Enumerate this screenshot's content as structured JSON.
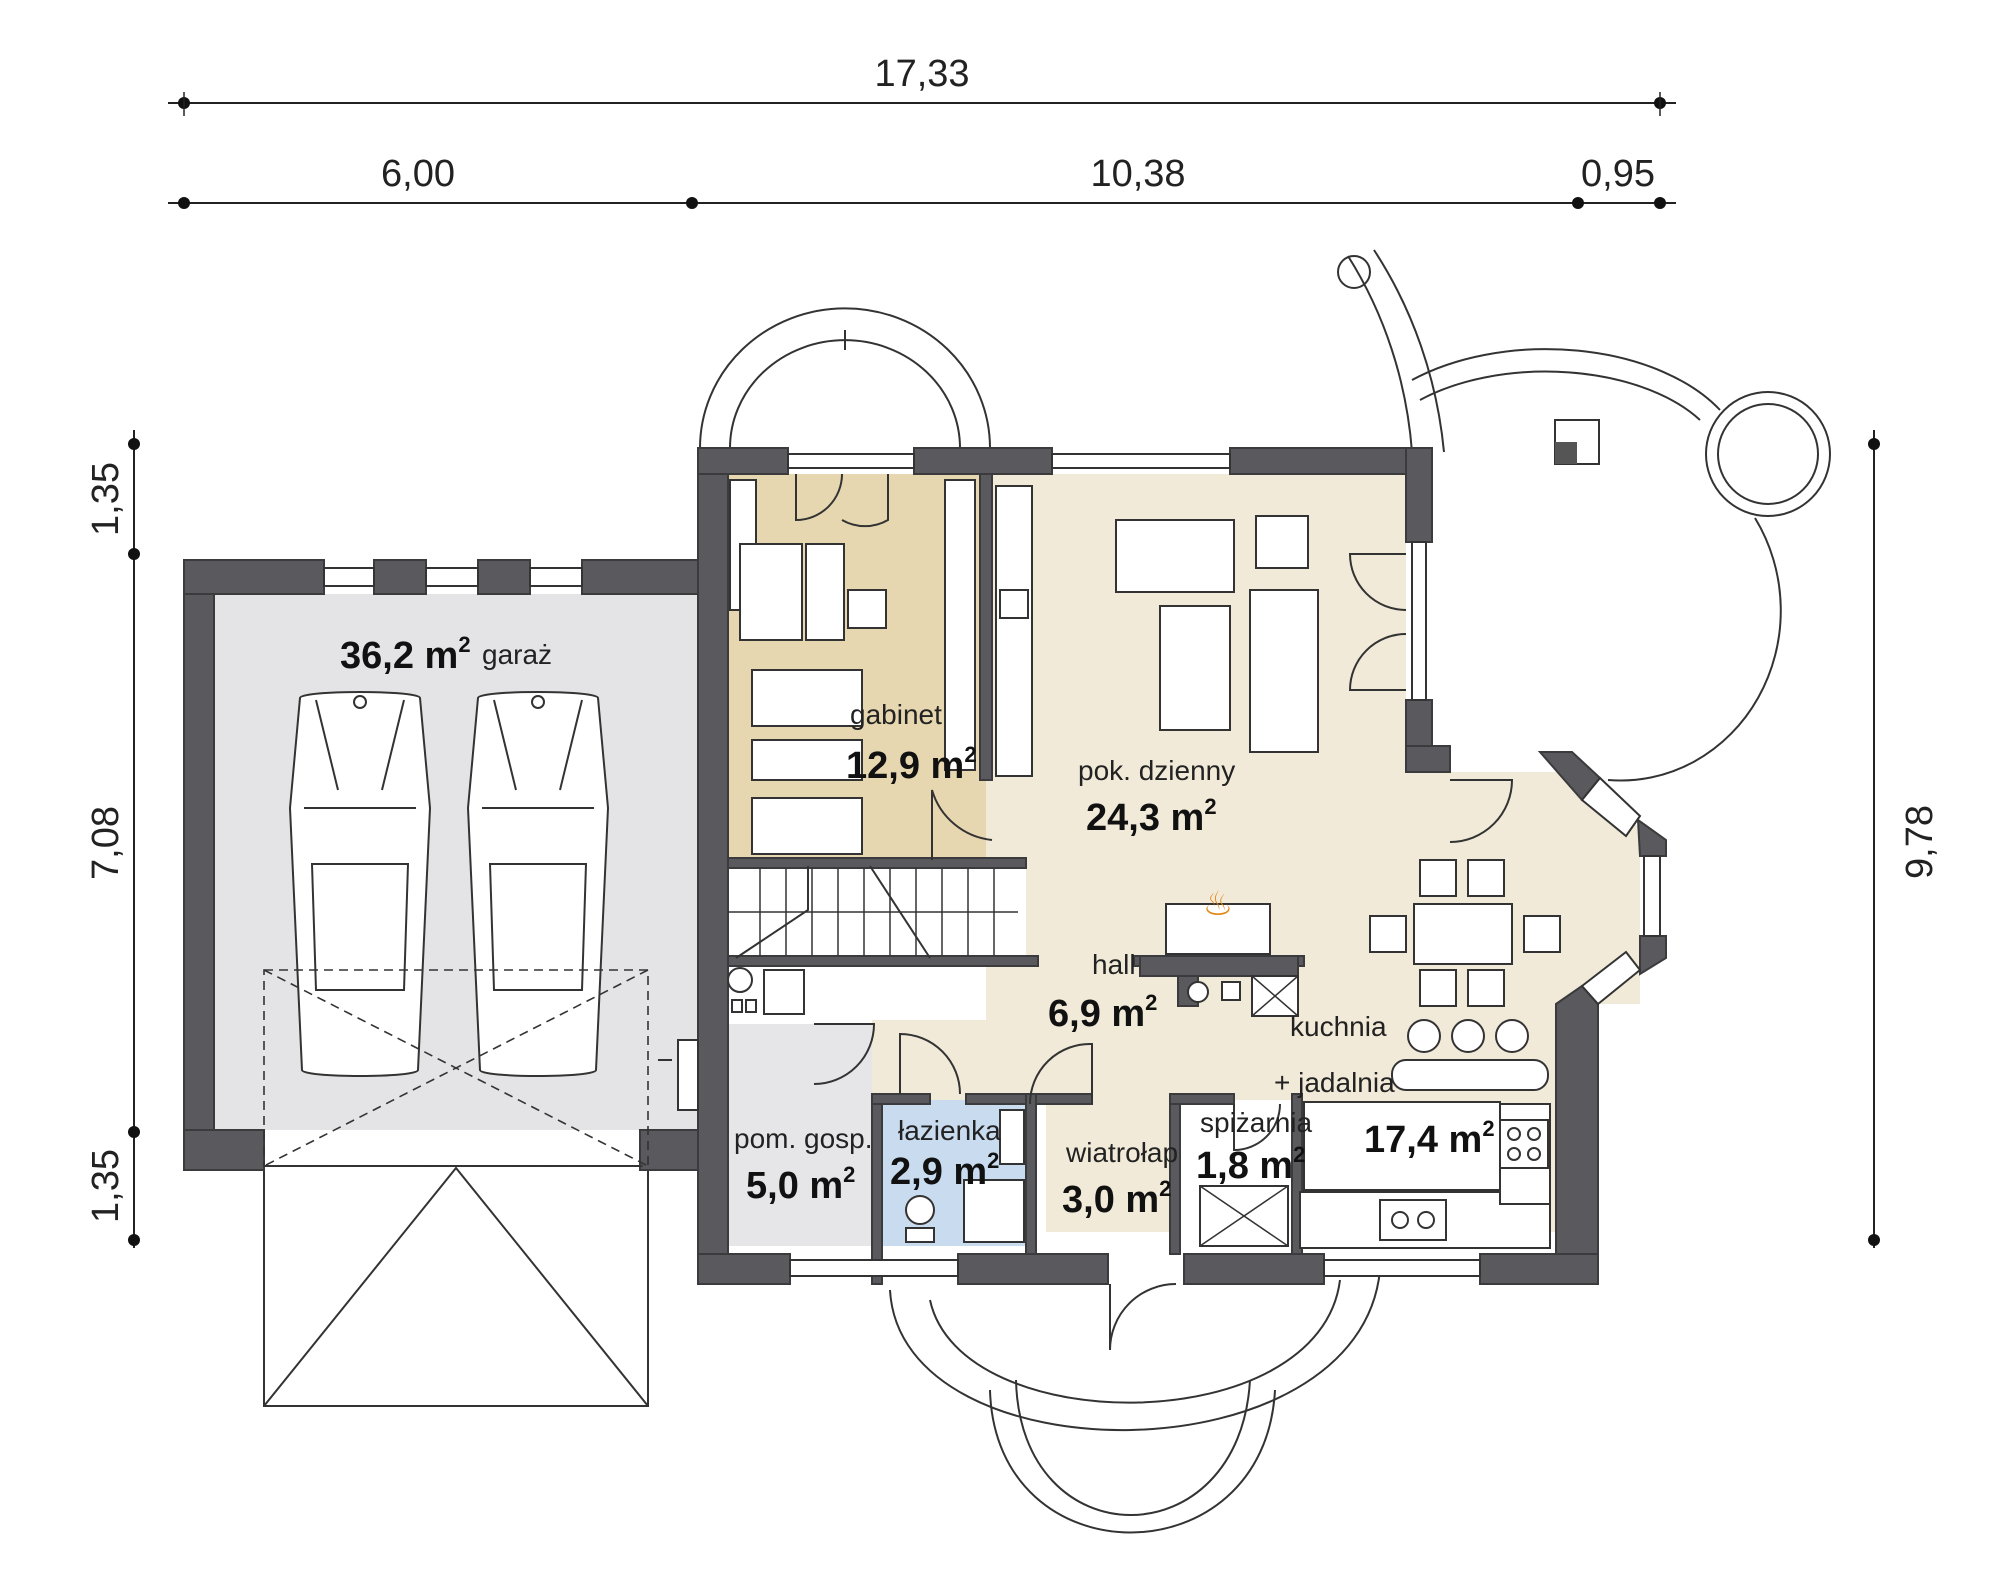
{
  "dimensions": {
    "top_total": "17,33",
    "top_left": "6,00",
    "top_mid": "10,38",
    "top_right": "0,95",
    "left_top": "1,35",
    "left_mid": "7,08",
    "left_bottom": "1,35",
    "right_total": "9,78"
  },
  "rooms": {
    "garage": {
      "name": "garaż",
      "area": "36,2 m",
      "sup": "2"
    },
    "office": {
      "name": "gabinet",
      "area": "12,9 m",
      "sup": "2"
    },
    "living": {
      "name": "pok. dzienny",
      "area": "24,3 m",
      "sup": "2"
    },
    "hall": {
      "name": "hall",
      "area": "6,9 m",
      "sup": "2"
    },
    "kitchen": {
      "name": "kuchnia",
      "name2": "+ jadalnia",
      "area": "17,4 m",
      "sup": "2"
    },
    "utility": {
      "name": "pom. gosp.",
      "area": "5,0 m",
      "sup": "2"
    },
    "bathroom": {
      "name": "łazienka",
      "area": "2,9 m",
      "sup": "2"
    },
    "vestibule": {
      "name": "wiatrołap",
      "area": "3,0 m",
      "sup": "2"
    },
    "pantry": {
      "name": "spiżarnia",
      "area": "1,8 m",
      "sup": "2"
    }
  },
  "colors": {
    "wall": "#5a5a5e",
    "garage_floor": "#e4e4e6",
    "office_floor": "#e6d7b0",
    "living_floor": "#f1ead8",
    "bath_floor": "#c9dcef",
    "utility_floor": "#e6e6e8",
    "kitchen_floor": "#f1ead8",
    "fire": "#e0891a"
  }
}
